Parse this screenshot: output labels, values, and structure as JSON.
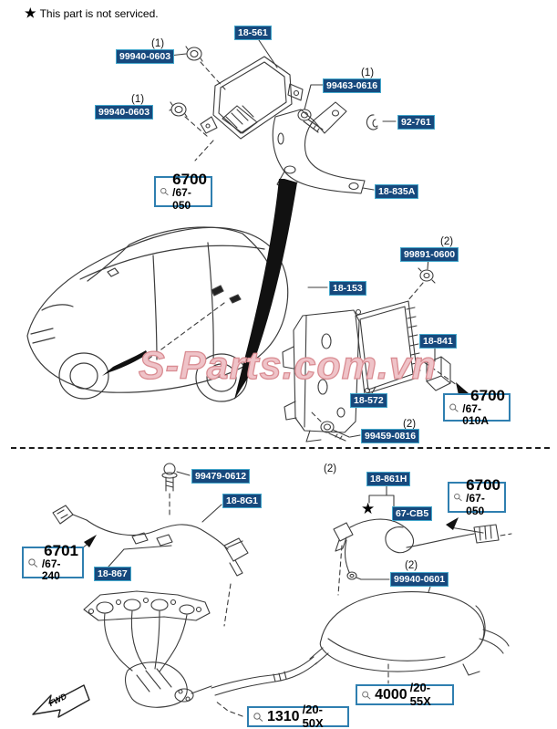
{
  "note": {
    "star": "★",
    "text": "This part is not serviced."
  },
  "watermark": "S-Parts.com.vn",
  "fwd": "FWD",
  "marker_star": "★",
  "qty": {
    "one": "(1)",
    "two": "(2)"
  },
  "parts": {
    "module_top": "18-561",
    "nut_top_a": "99940-0603",
    "nut_top_b": "99940-0603",
    "bolt_bracket": "99463-0616",
    "clip": "92-761",
    "bracket_top": "18-835A",
    "grommet": "99891-0600",
    "bracket_mid": "18-153",
    "relay": "18-841",
    "module_mid": "18-572",
    "bolt_mid": "99459-0816",
    "bolt_bottom": "99479-0612",
    "harness_front": "18-8G1",
    "harness_rear": "18-861H",
    "sensor_rear": "67-CB5",
    "clip_bottom": "18-867",
    "nut_bottom": "99940-0601"
  },
  "refs": {
    "top": {
      "code": "6700",
      "sub": "/67-050"
    },
    "mid": {
      "code": "6700",
      "sub": "/67-010A"
    },
    "rear": {
      "code": "6700",
      "sub": "/67-050"
    },
    "front": {
      "code": "6701",
      "sub": "/67-240"
    },
    "muffler": {
      "code": "4000",
      "sub": "/20-55X"
    },
    "pipe": {
      "code": "1310",
      "sub": "/20-50X"
    }
  },
  "colors": {
    "label_bg": "#17497d",
    "label_border": "#44a8cc",
    "ref_border": "#2f7fb0",
    "watermark": "#d98c92"
  }
}
